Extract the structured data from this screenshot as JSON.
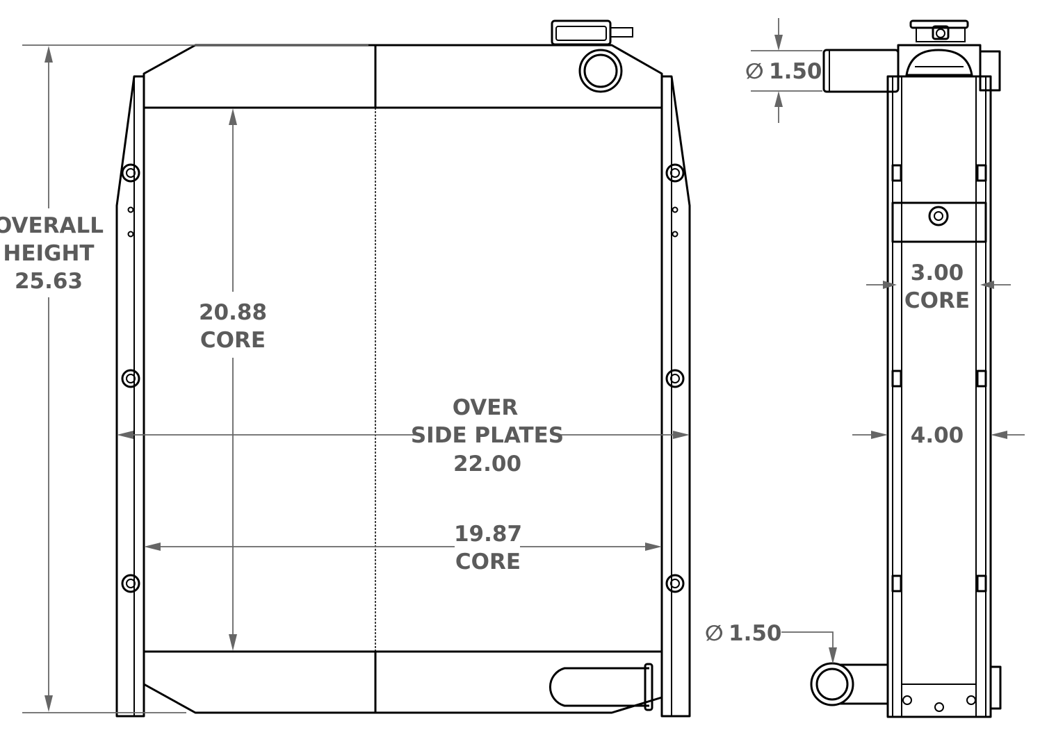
{
  "labels": {
    "overall_height": [
      "OVERALL",
      "HEIGHT",
      "25.63"
    ],
    "core_height": [
      "20.88",
      "CORE"
    ],
    "over_side_plates": [
      "OVER",
      "SIDE PLATES",
      "22.00"
    ],
    "core_width": [
      "19.87",
      "CORE"
    ],
    "inlet_diameter": "1.50",
    "core_depth": [
      "3.00",
      "CORE"
    ],
    "overall_depth": "4.00",
    "outlet_diameter": "1.50"
  },
  "symbols": {
    "diameter": "∅"
  },
  "colors": {
    "line": "#000000",
    "dimension": "#666666",
    "text": "#5b5b5b"
  }
}
